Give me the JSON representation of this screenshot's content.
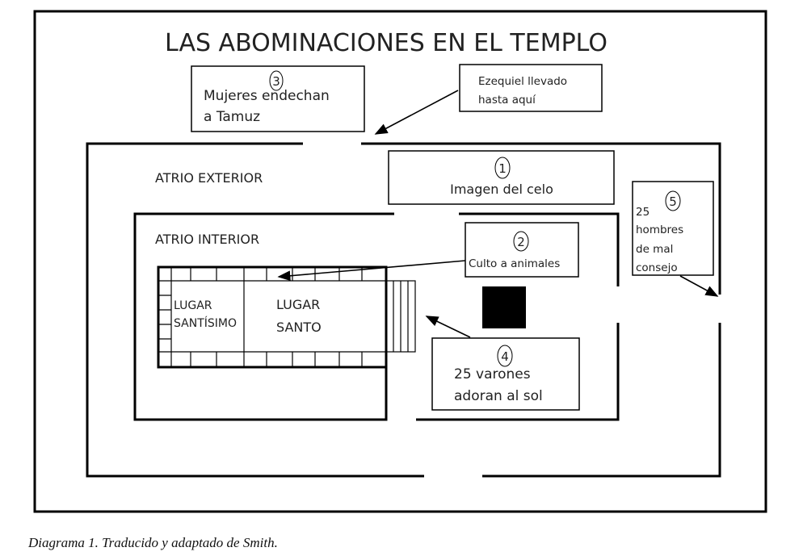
{
  "title": "LAS ABOMINACIONES EN EL TEMPLO",
  "areas": {
    "outer_court": "ATRIO EXTERIOR",
    "inner_court": "ATRIO INTERIOR",
    "holy_of_holies": [
      "LUGAR",
      "SANTÍSIMO"
    ],
    "holy_place": [
      "LUGAR",
      "SANTO"
    ]
  },
  "ezekiel_note": [
    "Ezequiel llevado",
    "hasta aquí"
  ],
  "abominations": [
    {
      "number": "1",
      "lines": [
        "Imagen del celo"
      ]
    },
    {
      "number": "2",
      "lines": [
        "Culto a animales"
      ]
    },
    {
      "number": "3",
      "lines": [
        "Mujeres endechan",
        "a Tamuz"
      ]
    },
    {
      "number": "4",
      "lines": [
        "25 varones",
        "adoran al sol"
      ]
    },
    {
      "number": "5",
      "lines": [
        "25",
        "hombres",
        "de mal",
        "consejo"
      ]
    }
  ],
  "caption": "Diagrama 1. Traducido y adaptado de Smith."
}
